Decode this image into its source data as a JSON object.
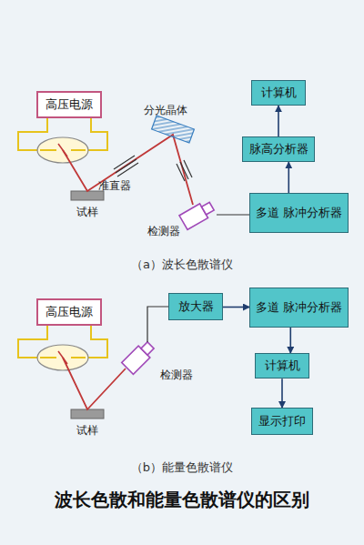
{
  "diagram": {
    "title": "波长色散和能量色散谱仪的区别",
    "nodes": [
      {
        "text": [
          "高压电源"
        ]
      },
      {
        "text": [
          "计算机"
        ]
      },
      {
        "text": [
          "脉高分析器"
        ]
      },
      {
        "text": [
          "多道 脉冲分析器"
        ]
      },
      {
        "text": [
          "高压电源"
        ]
      },
      {
        "text": [
          "放大器"
        ]
      },
      {
        "text": [
          "多道 脉冲分析器"
        ]
      },
      {
        "text": [
          "计算机"
        ]
      },
      {
        "text": [
          "显示打印"
        ]
      }
    ],
    "edges": [
      {
        "from": 3,
        "to": 2,
        "arrow": "to"
      },
      {
        "from": 2,
        "to": 1,
        "arrow": "to"
      },
      {
        "from": 5,
        "to": 6,
        "arrow": "to"
      },
      {
        "from": 6,
        "to": 7,
        "arrow": "to"
      },
      {
        "from": 7,
        "to": 8,
        "arrow": "to"
      }
    ],
    "labels": [
      "分光晶体",
      "准直器",
      "试样",
      "检测器",
      "（a）波长色散谱仪",
      "试样",
      "检测器",
      "（b）能量色散谱仪"
    ]
  }
}
